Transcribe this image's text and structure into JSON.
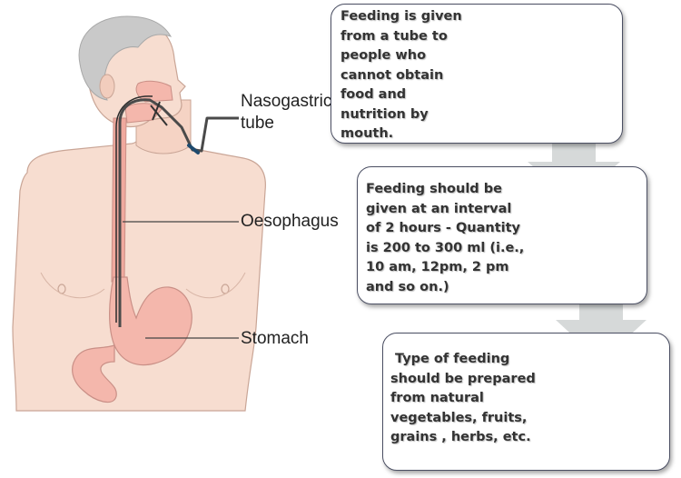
{
  "labels": {
    "nasogastric_line1": "Nasogastric",
    "nasogastric_line2": "tube",
    "oesophagus": "Oesophagus",
    "stomach": "Stomach"
  },
  "steps": [
    {
      "lines": [
        "Feeding is given",
        "from a  tube to",
        "people who",
        "cannot obtain",
        "food and",
        "nutrition by",
        "mouth."
      ]
    },
    {
      "lines": [
        "Feeding should be",
        "given at an interval",
        "of 2 hours -  Quantity",
        "is 200 to 300 ml  (i.e.,",
        "10 am, 12pm, 2 pm",
        "and  so on.)"
      ]
    },
    {
      "lines": [
        " Type of feeding",
        "should be prepared",
        "from natural",
        "vegetables, fruits,",
        "grains , herbs, etc."
      ]
    }
  ],
  "colors": {
    "skin": "#f7ddd0",
    "skin_outline": "#c9a596",
    "hair": "#c9c9c9",
    "tube": "#4a4a4a",
    "stomach": "#f4b7ac",
    "stomach_outline": "#c98f86",
    "arrow": "#d6d9d9",
    "box_border": "#4b4f63"
  }
}
